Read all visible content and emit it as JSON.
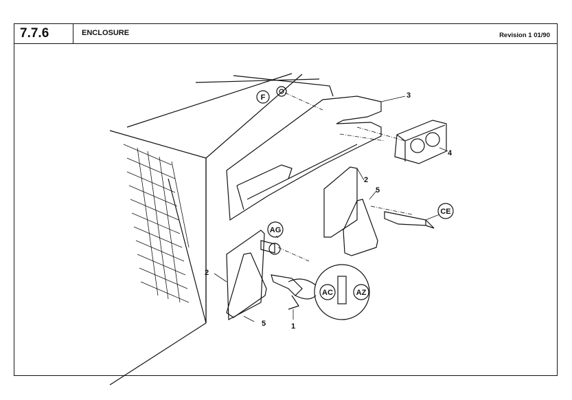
{
  "header": {
    "section": "7.7.6",
    "title": "ENCLOSURE",
    "revision": "Revision  1 01/90"
  },
  "callouts": {
    "f": "F",
    "part3": "3",
    "part4": "4",
    "part2_upper": "2",
    "part5_upper": "5",
    "ce": "CE",
    "ag": "AG",
    "part2_lower": "2",
    "part5_lower": "5",
    "part1": "1",
    "ac": "AC",
    "az": "AZ"
  }
}
